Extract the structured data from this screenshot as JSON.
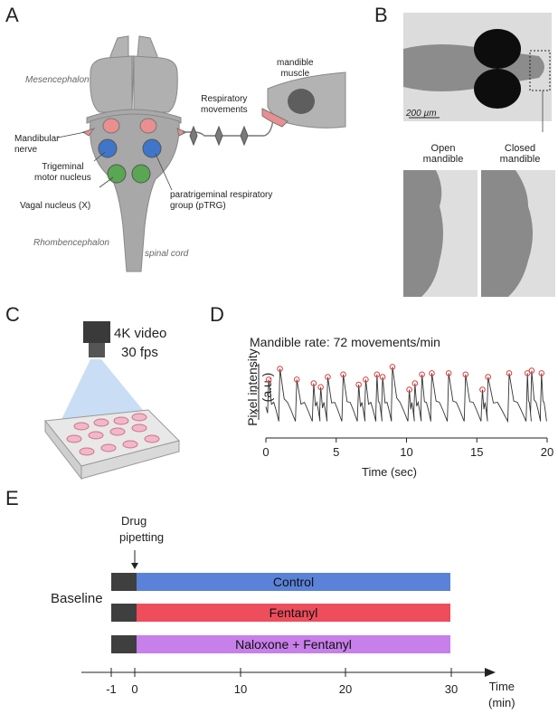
{
  "panels": {
    "a": "A",
    "b": "B",
    "c": "C",
    "d": "D",
    "e": "E"
  },
  "panel_a": {
    "mesencephalon": "Mesencephalon",
    "rhombencephalon": "Rhombencephalon",
    "spinal_cord": "spinal cord",
    "mandibular_nerve": [
      "Mandibular",
      "nerve"
    ],
    "trigeminal": [
      "Trigeminal",
      "motor nucleus"
    ],
    "vagal": "Vagal nucleus (X)",
    "ptrg": [
      "paratrigeminal respiratory",
      "group (pTRG)"
    ],
    "respiratory": [
      "Respiratory",
      "movements"
    ],
    "mandible_muscle": [
      "mandible",
      "muscle"
    ]
  },
  "panel_b": {
    "scale": "200 µm",
    "open": [
      "Open",
      "mandible"
    ],
    "closed": [
      "Closed",
      "mandible"
    ]
  },
  "panel_c": {
    "video_line1": "4K video",
    "video_line2": "30 fps"
  },
  "chart_data": {
    "type": "line",
    "title": "Mandible rate: 72 movements/min",
    "xlabel": "Time (sec)",
    "ylabel": "Pixel intensity (a.u.)",
    "xlim": [
      0,
      20
    ],
    "xticks": [
      "0",
      "5",
      "10",
      "15",
      "20"
    ],
    "peak_times": [
      0.2,
      1.0,
      2.2,
      3.4,
      3.9,
      4.4,
      5.5,
      6.6,
      7.1,
      7.9,
      8.3,
      9.0,
      10.2,
      10.6,
      11.1,
      11.8,
      13.0,
      14.2,
      15.4,
      15.8,
      17.3,
      18.6,
      18.9,
      19.6
    ],
    "peak_levels": [
      0.78,
      0.95,
      0.78,
      0.72,
      0.66,
      0.82,
      0.86,
      0.7,
      0.78,
      0.86,
      0.82,
      0.98,
      0.62,
      0.72,
      0.86,
      0.88,
      0.88,
      0.86,
      0.62,
      0.82,
      0.88,
      0.88,
      0.92,
      0.88
    ]
  },
  "panel_e": {
    "drug": [
      "Drug",
      "pipetting"
    ],
    "baseline": "Baseline",
    "bars": [
      {
        "label": "Control",
        "color": "#5b82d9"
      },
      {
        "label": "Fentanyl",
        "color": "#ee4d5b"
      },
      {
        "label": "Naloxone + Fentanyl",
        "color": "#c77fe9"
      }
    ],
    "baseline_color": "#3f3f3f",
    "ticks": [
      "-1",
      "0",
      "10",
      "20",
      "30"
    ],
    "time": "Time",
    "unit": "(min)"
  }
}
